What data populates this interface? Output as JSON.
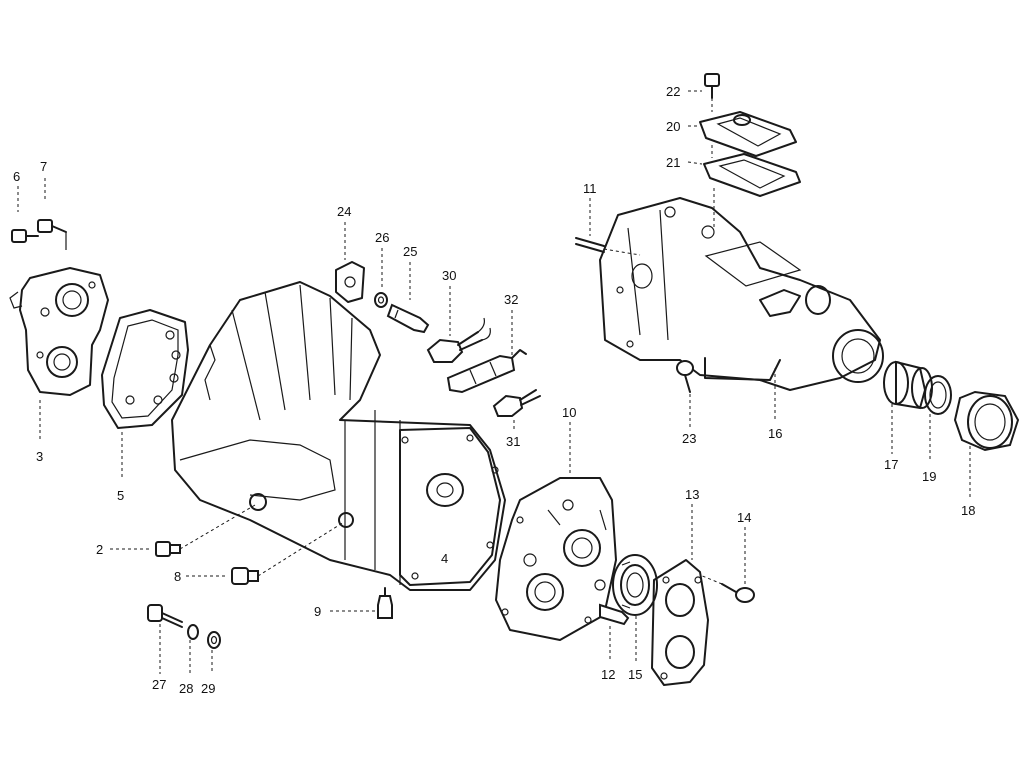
{
  "callouts": [
    {
      "id": "c2",
      "text": "2"
    },
    {
      "id": "c3",
      "text": "3"
    },
    {
      "id": "c4",
      "text": "4"
    },
    {
      "id": "c5",
      "text": "5"
    },
    {
      "id": "c6",
      "text": "6"
    },
    {
      "id": "c7",
      "text": "7"
    },
    {
      "id": "c8",
      "text": "8"
    },
    {
      "id": "c9",
      "text": "9"
    },
    {
      "id": "c10",
      "text": "10"
    },
    {
      "id": "c11",
      "text": "11"
    },
    {
      "id": "c12",
      "text": "12"
    },
    {
      "id": "c13",
      "text": "13"
    },
    {
      "id": "c14",
      "text": "14"
    },
    {
      "id": "c15",
      "text": "15"
    },
    {
      "id": "c16",
      "text": "16"
    },
    {
      "id": "c17",
      "text": "17"
    },
    {
      "id": "c18",
      "text": "18"
    },
    {
      "id": "c19",
      "text": "19"
    },
    {
      "id": "c20",
      "text": "20"
    },
    {
      "id": "c21",
      "text": "21"
    },
    {
      "id": "c22",
      "text": "22"
    },
    {
      "id": "c23",
      "text": "23"
    },
    {
      "id": "c24",
      "text": "24"
    },
    {
      "id": "c25",
      "text": "25"
    },
    {
      "id": "c26",
      "text": "26"
    },
    {
      "id": "c27",
      "text": "27"
    },
    {
      "id": "c28",
      "text": "28"
    },
    {
      "id": "c29",
      "text": "29"
    },
    {
      "id": "c30",
      "text": "30"
    },
    {
      "id": "c31",
      "text": "31"
    },
    {
      "id": "c32",
      "text": "32"
    }
  ]
}
